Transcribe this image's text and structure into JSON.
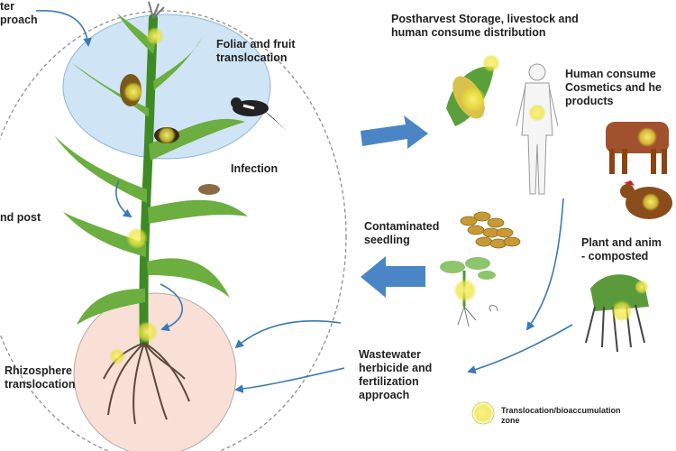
{
  "labels": {
    "approach_top": [
      "ter",
      "proach"
    ],
    "foliar": [
      "Foliar and fruit",
      "translocation"
    ],
    "infection": "Infection",
    "and_post": "nd post",
    "rhizosphere": [
      "Rhizosphere",
      "translocation"
    ],
    "postharvest": [
      "Postharvest Storage, livestock and",
      "human consume distribution"
    ],
    "human_consume": [
      "Human consume",
      "Cosmetics and he",
      "products"
    ],
    "contaminated": [
      "Contaminated",
      "seedling"
    ],
    "plant_animal": [
      "Plant and anim",
      "- composted"
    ],
    "wastewater": [
      "Wastewater",
      "herbicide and",
      "fertilization",
      "approach"
    ],
    "legend": [
      "Translocation/bioaccumulation",
      "zone"
    ]
  },
  "colors": {
    "foliar_zone": "#cfe4f5",
    "root_zone": "#f8e0d6",
    "arrow": "#3a78b8",
    "stem": "#4f9a2e",
    "leaf": "#6cae3f",
    "hotspot": "#e8e23a"
  }
}
